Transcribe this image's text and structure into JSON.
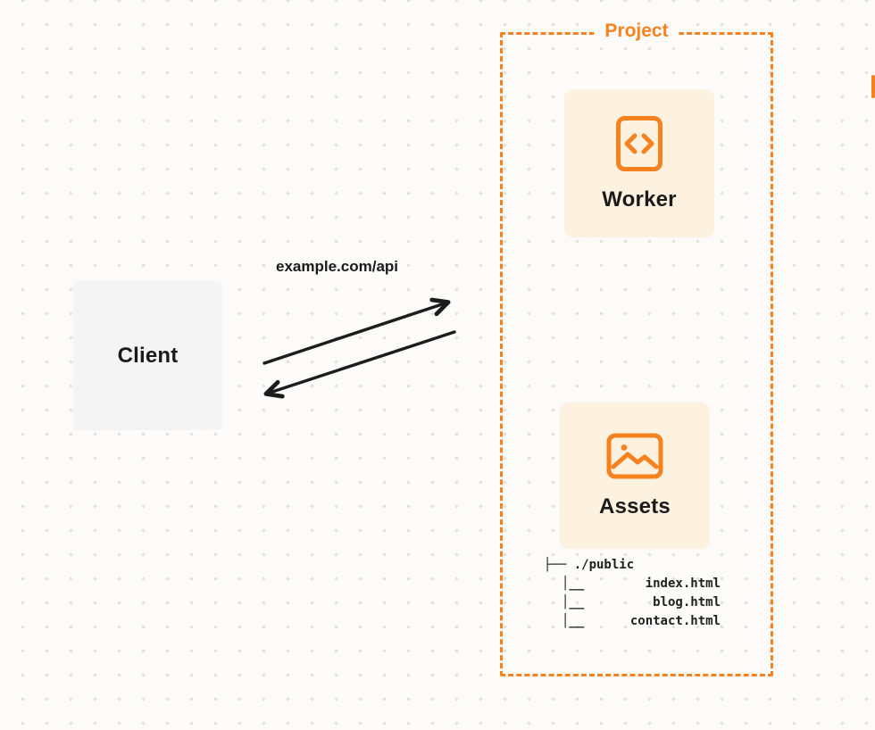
{
  "client": {
    "label": "Client"
  },
  "request": {
    "label": "example.com/api"
  },
  "project": {
    "label": "Project",
    "worker": {
      "label": "Worker",
      "icon": "code-brackets-icon"
    },
    "assets": {
      "label": "Assets",
      "icon": "picture-icon"
    },
    "file_tree": {
      "root": "├── ./public",
      "children": [
        {
          "prefix": "│__",
          "name": "index.html"
        },
        {
          "prefix": "│__",
          "name": "blog.html"
        },
        {
          "prefix": "│__",
          "name": "contact.html"
        }
      ]
    }
  },
  "colors": {
    "accent_orange": "#F6821F",
    "card_background": "#FDF1E0",
    "client_box_gray": "#F4F4F5",
    "arrow_black": "#1C1C1C",
    "text_dark": "#1B1B1B",
    "page_background": "#FCFBFA",
    "dot_grid": "#E4E1DC"
  }
}
